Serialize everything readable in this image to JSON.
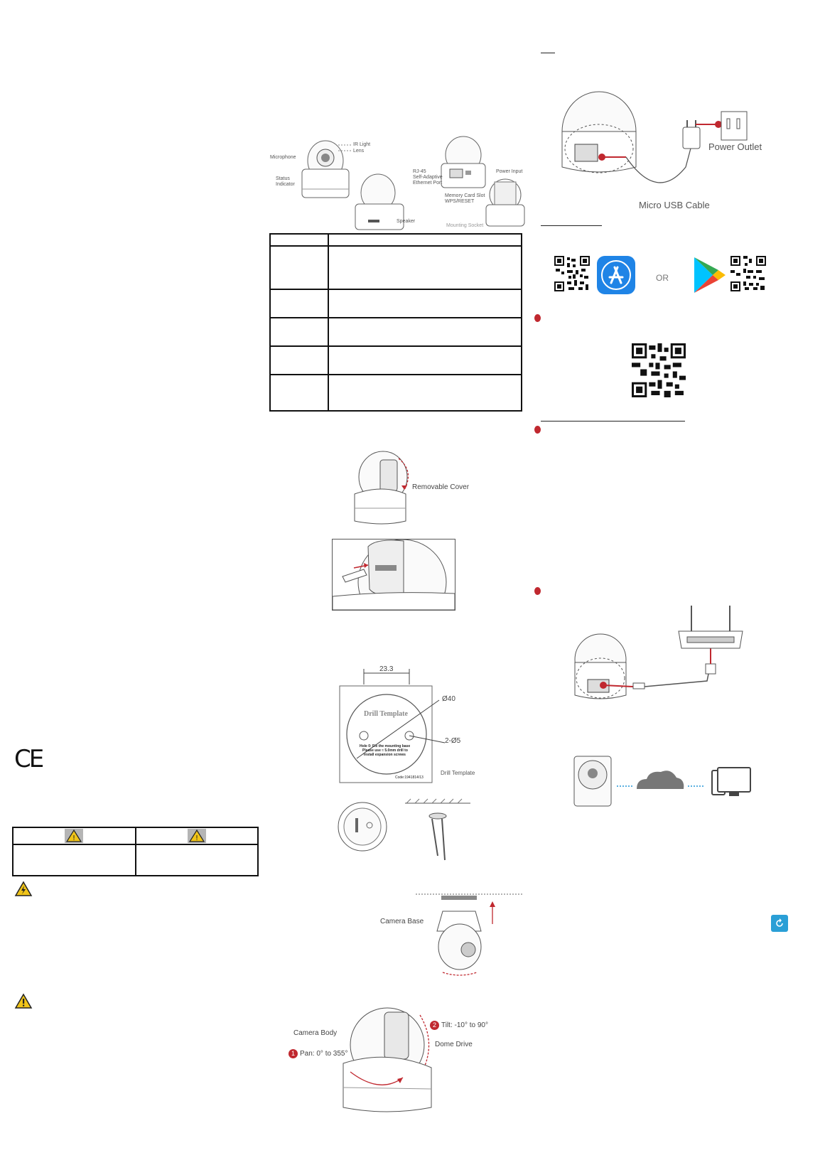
{
  "ce_mark": "CE",
  "diagram_overview": {
    "ir_light": "IR Light",
    "lens": "Lens",
    "microphone": "Microphone",
    "status": "Status",
    "indicator": "Indicator",
    "speaker": "Speaker",
    "rj45": "RJ-45",
    "self_adaptive": "Self-Adaptive",
    "ethernet_port": "Ethernet Port",
    "power_input": "Power Input",
    "memory_card_slot": "Memory Card Slot",
    "wps_reset": "WPS/RESET",
    "bottom_label": "Mounting Socket"
  },
  "cover": {
    "removable_cover": "Removable Cover"
  },
  "drill": {
    "dim_top": "23.3",
    "dim_d40": "Ø40",
    "dim_2d5": "2-Ø5",
    "title": "Drill Template",
    "note_line1": "Hole 0: Fix the mounting base",
    "note_line2": "Please use ≈ 5.0mm drill to",
    "note_line3": "install expansion screws",
    "code": "Code:1941814/13",
    "caption": "Drill Template"
  },
  "mount": {
    "camera_base": "Camera Base"
  },
  "rotation": {
    "camera_body": "Camera Body",
    "tilt_num": "2",
    "tilt": "Tilt: -10° to 90°",
    "dome_drive": "Dome Drive",
    "pan_num": "1",
    "pan": "Pan: 0° to 355°"
  },
  "power": {
    "power_outlet": "Power Outlet",
    "micro_usb": "Micro USB Cable"
  },
  "apps": {
    "or": "OR"
  },
  "colors": {
    "red": "#c0282f",
    "app_store_blue": "#1f84e6",
    "warning_yellow": "#f0c419"
  }
}
